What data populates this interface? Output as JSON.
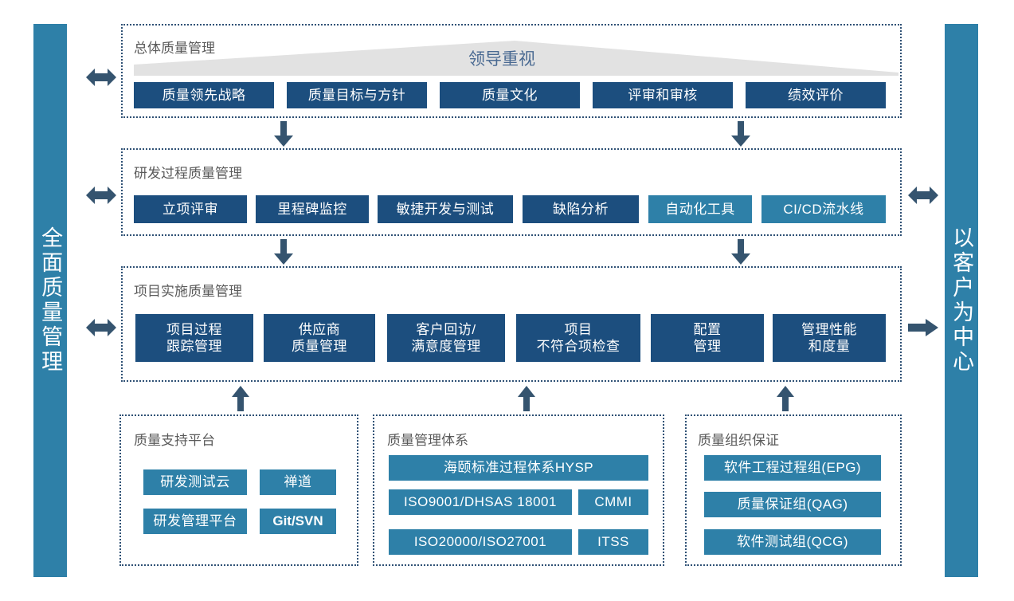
{
  "colors": {
    "navy": "#1C4E7E",
    "teal": "#2E80A8",
    "dotted_border": "#2F5175",
    "panel_title": "#5A5A5A",
    "banner_fill": "#E2E2E2",
    "banner_label": "#4A6A92"
  },
  "pillars": {
    "left": {
      "label": "全面质量管理",
      "name": "total-quality-management-pillar"
    },
    "right": {
      "label": "以客户为中心",
      "name": "customer-centric-pillar"
    }
  },
  "banner": {
    "label": "领导重视"
  },
  "panels": [
    {
      "id": "overall",
      "title": "总体质量管理",
      "chips": [
        {
          "label": "质量领先战略",
          "style": "navy"
        },
        {
          "label": "质量目标与方针",
          "style": "navy"
        },
        {
          "label": "质量文化",
          "style": "navy"
        },
        {
          "label": "评审和审核",
          "style": "navy"
        },
        {
          "label": "绩效评价",
          "style": "navy"
        }
      ]
    },
    {
      "id": "rnd",
      "title": "研发过程质量管理",
      "chips": [
        {
          "label": "立项评审",
          "style": "navy"
        },
        {
          "label": "里程碑监控",
          "style": "navy"
        },
        {
          "label": "敏捷开发与测试",
          "style": "navy"
        },
        {
          "label": "缺陷分析",
          "style": "navy"
        },
        {
          "label": "自动化工具",
          "style": "teal"
        },
        {
          "label": "CI/CD流水线",
          "style": "teal"
        }
      ]
    },
    {
      "id": "project",
      "title": "项目实施质量管理",
      "chips": [
        {
          "label": "项目过程\n跟踪管理",
          "style": "navy"
        },
        {
          "label": "供应商\n质量管理",
          "style": "navy"
        },
        {
          "label": "客户回访/\n满意度管理",
          "style": "navy"
        },
        {
          "label": "项目\n不符合项检查",
          "style": "navy"
        },
        {
          "label": "配置\n管理",
          "style": "navy"
        },
        {
          "label": "管理性能\n和度量",
          "style": "navy"
        }
      ]
    },
    {
      "id": "support",
      "title": "质量支持平台",
      "chips": [
        {
          "label": "研发测试云",
          "style": "teal"
        },
        {
          "label": "禅道",
          "style": "teal"
        },
        {
          "label": "研发管理平台",
          "style": "teal"
        },
        {
          "label": "Git/SVN",
          "style": "teal",
          "bold": true
        }
      ]
    },
    {
      "id": "system",
      "title": "质量管理体系",
      "chips": [
        {
          "label": "海颐标准过程体系HYSP",
          "style": "teal"
        },
        {
          "label": "ISO9001/DHSAS 18001",
          "style": "teal"
        },
        {
          "label": "CMMI",
          "style": "teal"
        },
        {
          "label": "ISO20000/ISO27001",
          "style": "teal"
        },
        {
          "label": "ITSS",
          "style": "teal"
        }
      ]
    },
    {
      "id": "org",
      "title": "质量组织保证",
      "chips": [
        {
          "label": "软件工程过程组(EPG)",
          "style": "teal"
        },
        {
          "label": "质量保证组(QAG)",
          "style": "teal"
        },
        {
          "label": "软件测试组(QCG)",
          "style": "teal"
        }
      ]
    }
  ]
}
